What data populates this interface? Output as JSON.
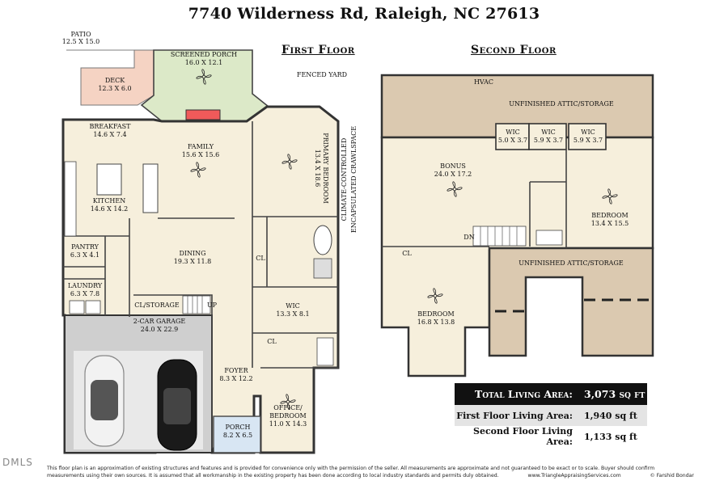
{
  "header": {
    "title": "7740 Wilderness Rd, Raleigh, NC 27613"
  },
  "floors": {
    "first": "First Floor",
    "second": "Second Floor"
  },
  "rooms_first": {
    "patio": {
      "name": "PATIO",
      "dims": "12.5 X 15.0"
    },
    "screened_porch": {
      "name": "SCREENED PORCH",
      "dims": "16.0 X 12.1"
    },
    "deck": {
      "name": "DECK",
      "dims": "12.3 X 6.0"
    },
    "fenced_yard": "FENCED YARD",
    "breakfast": {
      "name": "BREAKFAST",
      "dims": "14.6 X 7.4"
    },
    "family": {
      "name": "FAMILY",
      "dims": "15.6 X 15.6"
    },
    "primary_bedroom": {
      "name": "PRIMARY BEDROOM",
      "dims": "13.4 X 18.6"
    },
    "crawlspace": {
      "line1": "CLIMATE-CONTROLLED",
      "line2": "ENCAPSULATED CRAWLSPACE"
    },
    "kitchen": {
      "name": "KITCHEN",
      "dims": "14.6 X 14.2"
    },
    "pantry": {
      "name": "PANTRY",
      "dims": "6.3 X 4.1"
    },
    "dining": {
      "name": "DINING",
      "dims": "19.3 X 11.8"
    },
    "cl_1": "CL",
    "laundry": {
      "name": "LAUNDRY",
      "dims": "6.3 X 7.8"
    },
    "cl_storage": "CL/STORAGE",
    "up": "UP",
    "wic": {
      "name": "WIC",
      "dims": "13.3 X 8.1"
    },
    "garage": {
      "name": "2-CAR GARAGE",
      "dims": "24.0 X 22.9"
    },
    "cl_2": "CL",
    "foyer": {
      "name": "FOYER",
      "dims": "8.3 X 12.2"
    },
    "office": {
      "line1": "OFFICE/",
      "line2": "BEDROOM",
      "dims": "11.0 X 14.3"
    },
    "porch": {
      "name": "PORCH",
      "dims": "8.2 X 6.5"
    }
  },
  "rooms_second": {
    "hvac": "HVAC",
    "attic_top": "UNFINISHED ATTIC/STORAGE",
    "wic1": {
      "name": "WIC",
      "dims": "5.0 X 3.7"
    },
    "wic2": {
      "name": "WIC",
      "dims": "5.9 X 3.7"
    },
    "wic3": {
      "name": "WIC",
      "dims": "5.9 X 3.7"
    },
    "bonus": {
      "name": "BONUS",
      "dims": "24.0 X 17.2"
    },
    "bedroom_right": {
      "name": "BEDROOM",
      "dims": "13.4 X 15.5"
    },
    "dn": "DN",
    "cl": "CL",
    "attic_bottom": "UNFINISHED ATTIC/STORAGE",
    "bedroom_left": {
      "name": "BEDROOM",
      "dims": "16.8 X 13.8"
    }
  },
  "areas": [
    {
      "label": "Total Living Area:",
      "value": "3,073 sq ft"
    },
    {
      "label": "First Floor Living Area:",
      "value": "1,940 sq ft"
    },
    {
      "label": "Second Floor Living Area:",
      "value": "1,133 sq ft"
    }
  ],
  "disclaimer": {
    "line1": "This floor plan is an approximation of existing structures and features and is provided for convenience only with the permission of the seller.  All measurements are approximate and not guaranteed to be exact or to scale.  Buyer should confirm",
    "line2": "measurements using their own sources.  It is assumed that all workmanship in the existing property has been done according to local industry standards and permits duly obtained.",
    "website": "www.TriangleAppraisingServices.com",
    "credit": "© Farshid Bondar"
  },
  "logo": "DMLS",
  "colors": {
    "porch_green": "#dce9c8",
    "deck_pink": "#f5d3c3",
    "floor_cream": "#f6efdc",
    "attic_tan": "#dbc9b0",
    "garage_gray": "#cfcfcf",
    "porch_blue": "#d8e6f3",
    "fireplace_red": "#f05a5a"
  }
}
